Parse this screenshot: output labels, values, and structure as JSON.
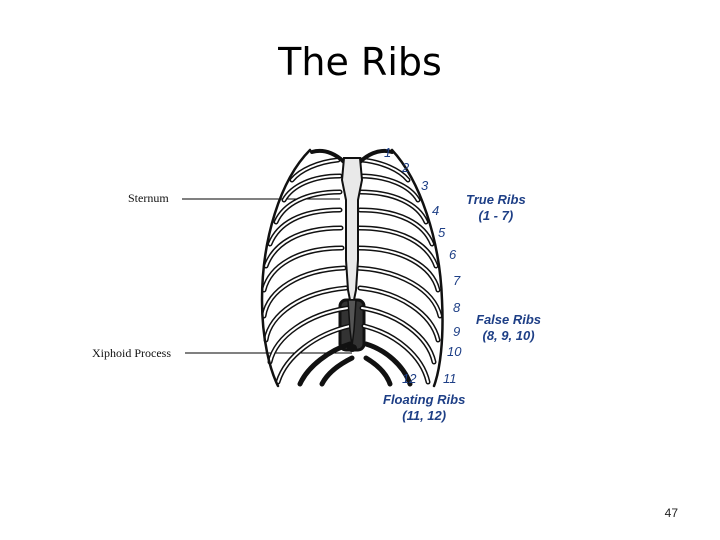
{
  "slide": {
    "title": "The Ribs",
    "page_number": "47"
  },
  "diagram": {
    "labels": {
      "sternum": "Sternum",
      "xiphoid": "Xiphoid Process"
    },
    "rib_numbers": [
      "1",
      "2",
      "3",
      "4",
      "5",
      "6",
      "7",
      "8",
      "9",
      "10",
      "11",
      "12"
    ],
    "groups": {
      "true_ribs": {
        "name": "True Ribs",
        "range": "(1 - 7)"
      },
      "false_ribs": {
        "name": "False Ribs",
        "range": "(8, 9, 10)"
      },
      "floating_ribs": {
        "name": "Floating Ribs",
        "range": "(11, 12)"
      }
    },
    "colors": {
      "label_blue": "#1e3f86",
      "bone_outline": "#111111"
    }
  }
}
